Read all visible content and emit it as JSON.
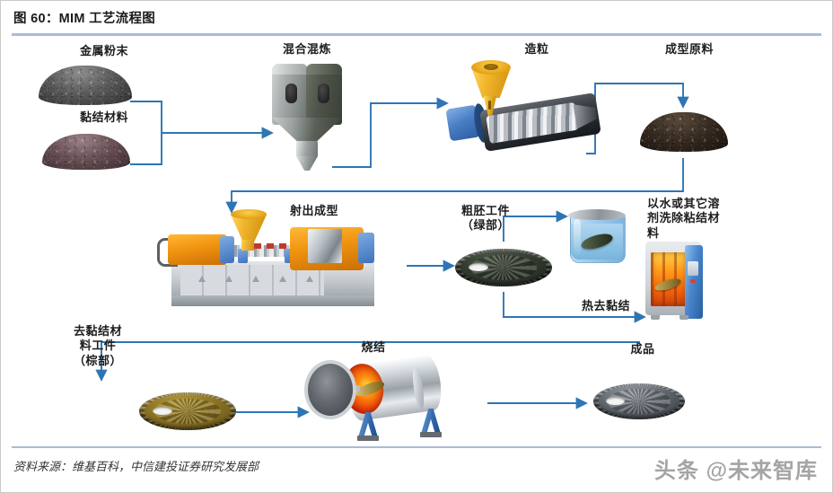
{
  "figure": {
    "title": "图 60：MIM 工艺流程图",
    "source": "资料来源：维基百科，中信建投证券研究发展部",
    "watermark": "头条 @未来智库"
  },
  "colors": {
    "accent_rule": "#a9bcd4",
    "arrow_blue": "#2e75b6",
    "machine_orange": "#f09310",
    "machine_blue": "#3d72bd",
    "furnace_glow": "#f4580a",
    "title_text": "#1a1a1a"
  },
  "diagram": {
    "type": "process-flow",
    "steps": [
      {
        "id": "metal-powder",
        "label": "金属粉末"
      },
      {
        "id": "binder",
        "label": "黏结材料"
      },
      {
        "id": "mixing",
        "label": "混合混炼"
      },
      {
        "id": "granulation",
        "label": "造粒"
      },
      {
        "id": "feedstock",
        "label": "成型原料"
      },
      {
        "id": "injection",
        "label": "射出成型"
      },
      {
        "id": "green-part",
        "label": "粗胚工件\n（绿部）"
      },
      {
        "id": "solvent-debind",
        "label": "以水或其它溶\n剂洗除粘结材\n料"
      },
      {
        "id": "thermal-debind",
        "label": "热去黏结"
      },
      {
        "id": "brown-part",
        "label": "去黏结材\n料工件\n（棕部）"
      },
      {
        "id": "sintering",
        "label": "烧结"
      },
      {
        "id": "finished",
        "label": "成品"
      }
    ],
    "flow": [
      "金属粉末 → 混合混炼",
      "黏结材料 → 混合混炼",
      "混合混炼 → 造粒",
      "造粒 → 成型原料",
      "成型原料 → 射出成型",
      "射出成型 → 粗胚工件（绿部）",
      "粗胚工件（绿部） → 以水或其它溶剂洗除粘结材料",
      "粗胚工件（绿部） → 热去黏结",
      "热去黏结 → 去黏结材料工件（棕部）",
      "去黏结材料工件（棕部） → 烧结",
      "烧结 → 成品"
    ]
  }
}
